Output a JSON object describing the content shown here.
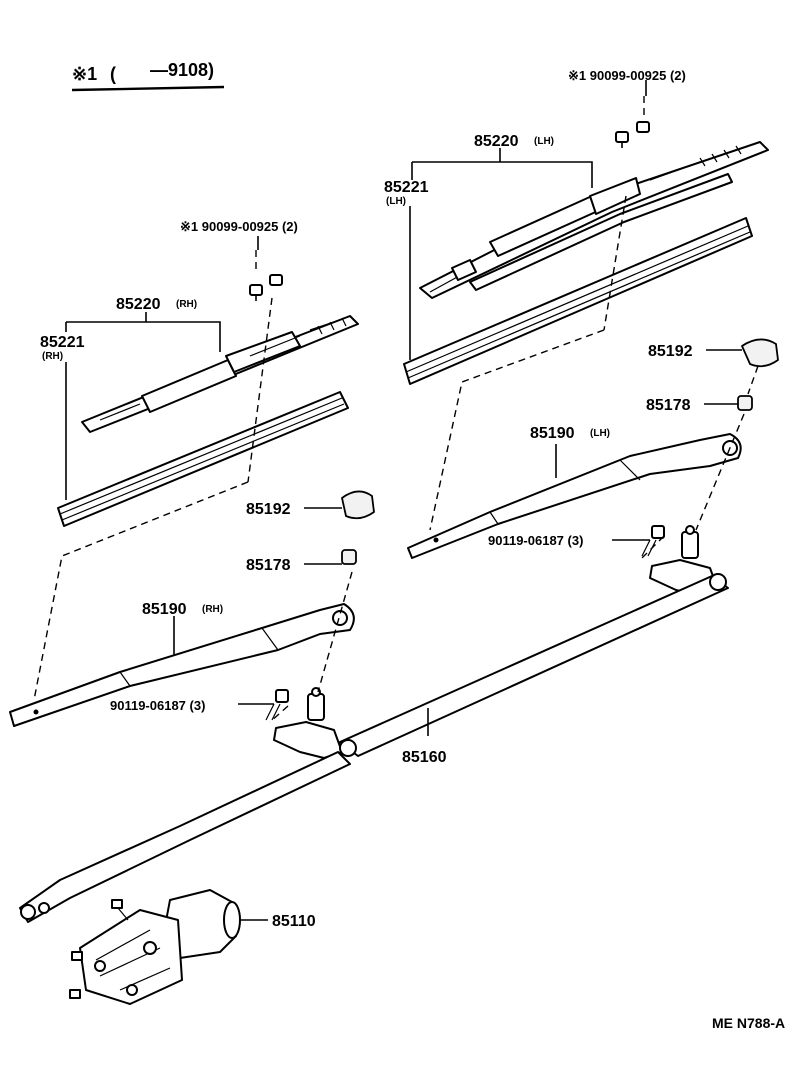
{
  "header": {
    "note_symbol": "※1",
    "open_paren": "(",
    "range": "—9108)"
  },
  "parts": {
    "blade_lh": {
      "number": "85220",
      "side": "(LH)"
    },
    "insert_lh": {
      "number": "85221",
      "side": "(LH)"
    },
    "blade_rh": {
      "number": "85220",
      "side": "(RH)"
    },
    "insert_rh": {
      "number": "85221",
      "side": "(RH)"
    },
    "screw_lh": {
      "text": "※1 90099-00925 (2)"
    },
    "screw_rh": {
      "text": "※1 90099-00925 (2)"
    },
    "cap_lh": {
      "number": "85192"
    },
    "nut_lh": {
      "number": "85178"
    },
    "cap_rh": {
      "number": "85192"
    },
    "nut_rh": {
      "number": "85178"
    },
    "arm_lh": {
      "number": "85190",
      "side": "(LH)"
    },
    "arm_rh": {
      "number": "85190",
      "side": "(RH)"
    },
    "bolt_lh": {
      "text": "90119-06187 (3)"
    },
    "bolt_rh": {
      "text": "90119-06187 (3)"
    },
    "link": {
      "number": "85160"
    },
    "motor": {
      "number": "85110"
    }
  },
  "footer": {
    "reference": "ME  N788-A"
  }
}
